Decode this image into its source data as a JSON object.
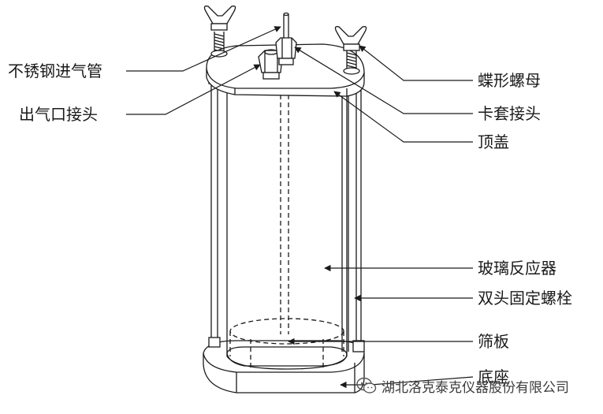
{
  "labels": {
    "stainless_inlet_tube": "不锈钢进气管",
    "outlet_fitting": "出气口接头",
    "wing_nut": "蝶形螺母",
    "ferrule_fitting": "卡套接头",
    "top_cover": "顶盖",
    "glass_reactor": "玻璃反应器",
    "double_end_stud": "双头固定螺栓",
    "sieve_plate": "筛板",
    "base": "底座"
  },
  "watermark": {
    "text": "湖北洛克泰克仪器股份有限公司",
    "icon": "wechat-logo-icon"
  },
  "colors": {
    "line": "#1a1a1a",
    "background": "#ffffff"
  }
}
